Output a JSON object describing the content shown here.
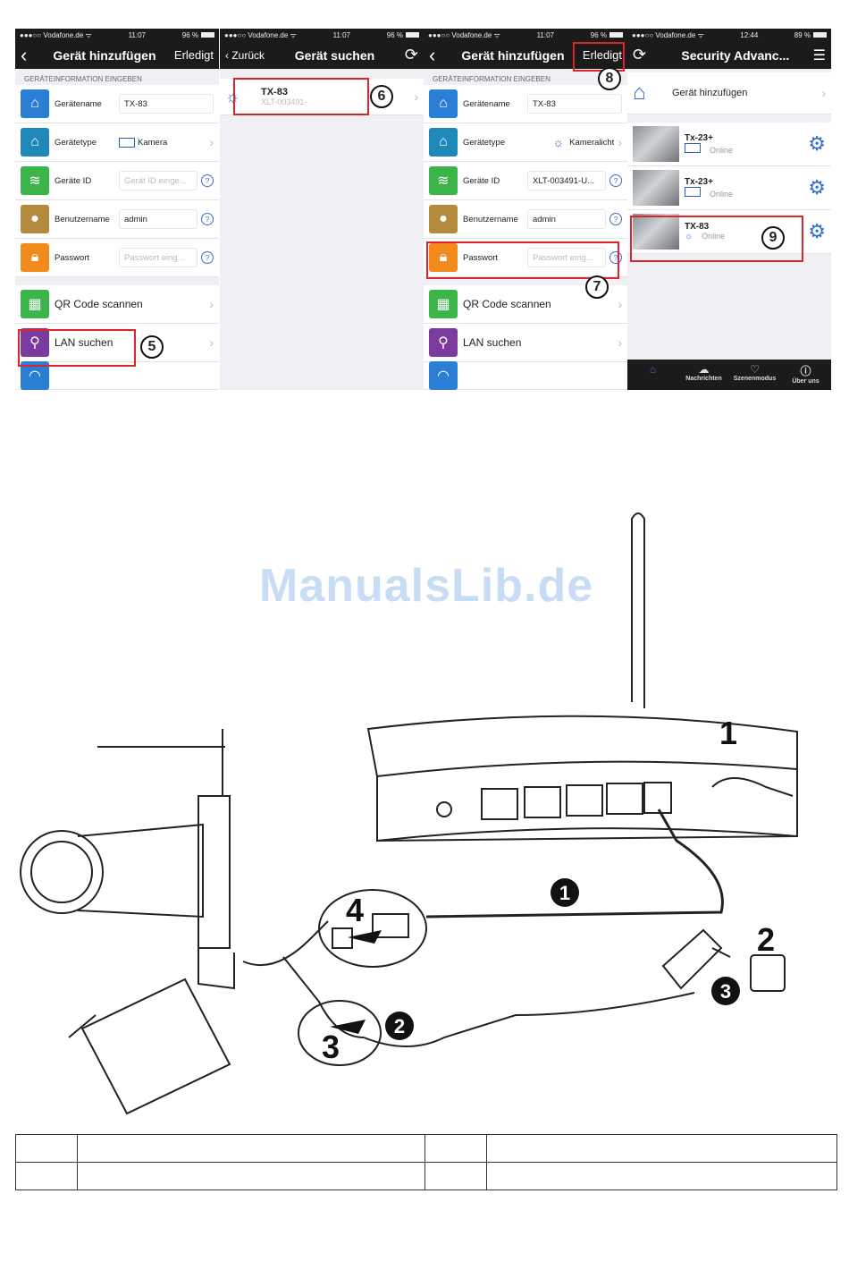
{
  "screen1": {
    "status": {
      "carrier": "●●●○○ Vodafone.de ᯤ",
      "time": "11:07",
      "battery": "96 %"
    },
    "nav": {
      "back": "‹",
      "title": "Gerät hinzufügen",
      "action": "Erledigt"
    },
    "section": "GERÄTEINFORMATION EINGEBEN",
    "fields": [
      {
        "label": "Gerätename",
        "value": "TX-83"
      },
      {
        "label": "Gerätetype",
        "value": "Kamera"
      },
      {
        "label": "Geräte ID",
        "placeholder": "Gerät ID einge..."
      },
      {
        "label": "Benutzername",
        "value": "admin"
      },
      {
        "label": "Passwort",
        "placeholder": "Passwort eing..."
      }
    ],
    "qr": "QR Code scannen",
    "lan": "LAN suchen",
    "marker": "5"
  },
  "screen2": {
    "status": {
      "carrier": "●●●○○ Vodafone.de ᯤ",
      "time": "11:07",
      "battery": "96 %"
    },
    "nav": {
      "back": "‹ Zurück",
      "title": "Gerät suchen"
    },
    "result": {
      "name": "TX-83",
      "id": "XLT-003491-"
    },
    "marker": "6"
  },
  "screen3": {
    "status": {
      "carrier": "●●●○○ Vodafone.de ᯤ",
      "time": "11:07",
      "battery": "96 %"
    },
    "nav": {
      "back": "‹",
      "title": "Gerät hinzufügen",
      "action": "Erledigt"
    },
    "section": "GERÄTEINFORMATION EINGEBEN",
    "fields": [
      {
        "label": "Gerätename",
        "value": "TX-83"
      },
      {
        "label": "Gerätetype",
        "value": "Kameralicht"
      },
      {
        "label": "Geräte ID",
        "value": "XLT-003491-U..."
      },
      {
        "label": "Benutzername",
        "value": "admin"
      },
      {
        "label": "Passwort",
        "placeholder": "Passwort eing..."
      }
    ],
    "qr": "QR Code scannen",
    "lan": "LAN suchen",
    "marker_pw": "7",
    "marker_done": "8"
  },
  "screen4": {
    "status": {
      "carrier": "●●●○○ Vodafone.de ᯤ",
      "time": "12:44",
      "battery": "89 %"
    },
    "nav": {
      "title": "Security Advanc..."
    },
    "add": "Gerät hinzufügen",
    "cameras": [
      {
        "name": "Tx-23+",
        "status": "Online"
      },
      {
        "name": "Tx-23+",
        "status": "Online"
      },
      {
        "name": "TX-83",
        "status": "Online"
      }
    ],
    "marker": "9",
    "tabs": [
      "Nachrichten",
      "Szenenmodus",
      "Über uns"
    ]
  },
  "watermark": "ManualsLib.de",
  "diagram": {
    "labels": [
      "1",
      "2",
      "3",
      "4"
    ],
    "steps": [
      "1",
      "2",
      "3"
    ]
  }
}
